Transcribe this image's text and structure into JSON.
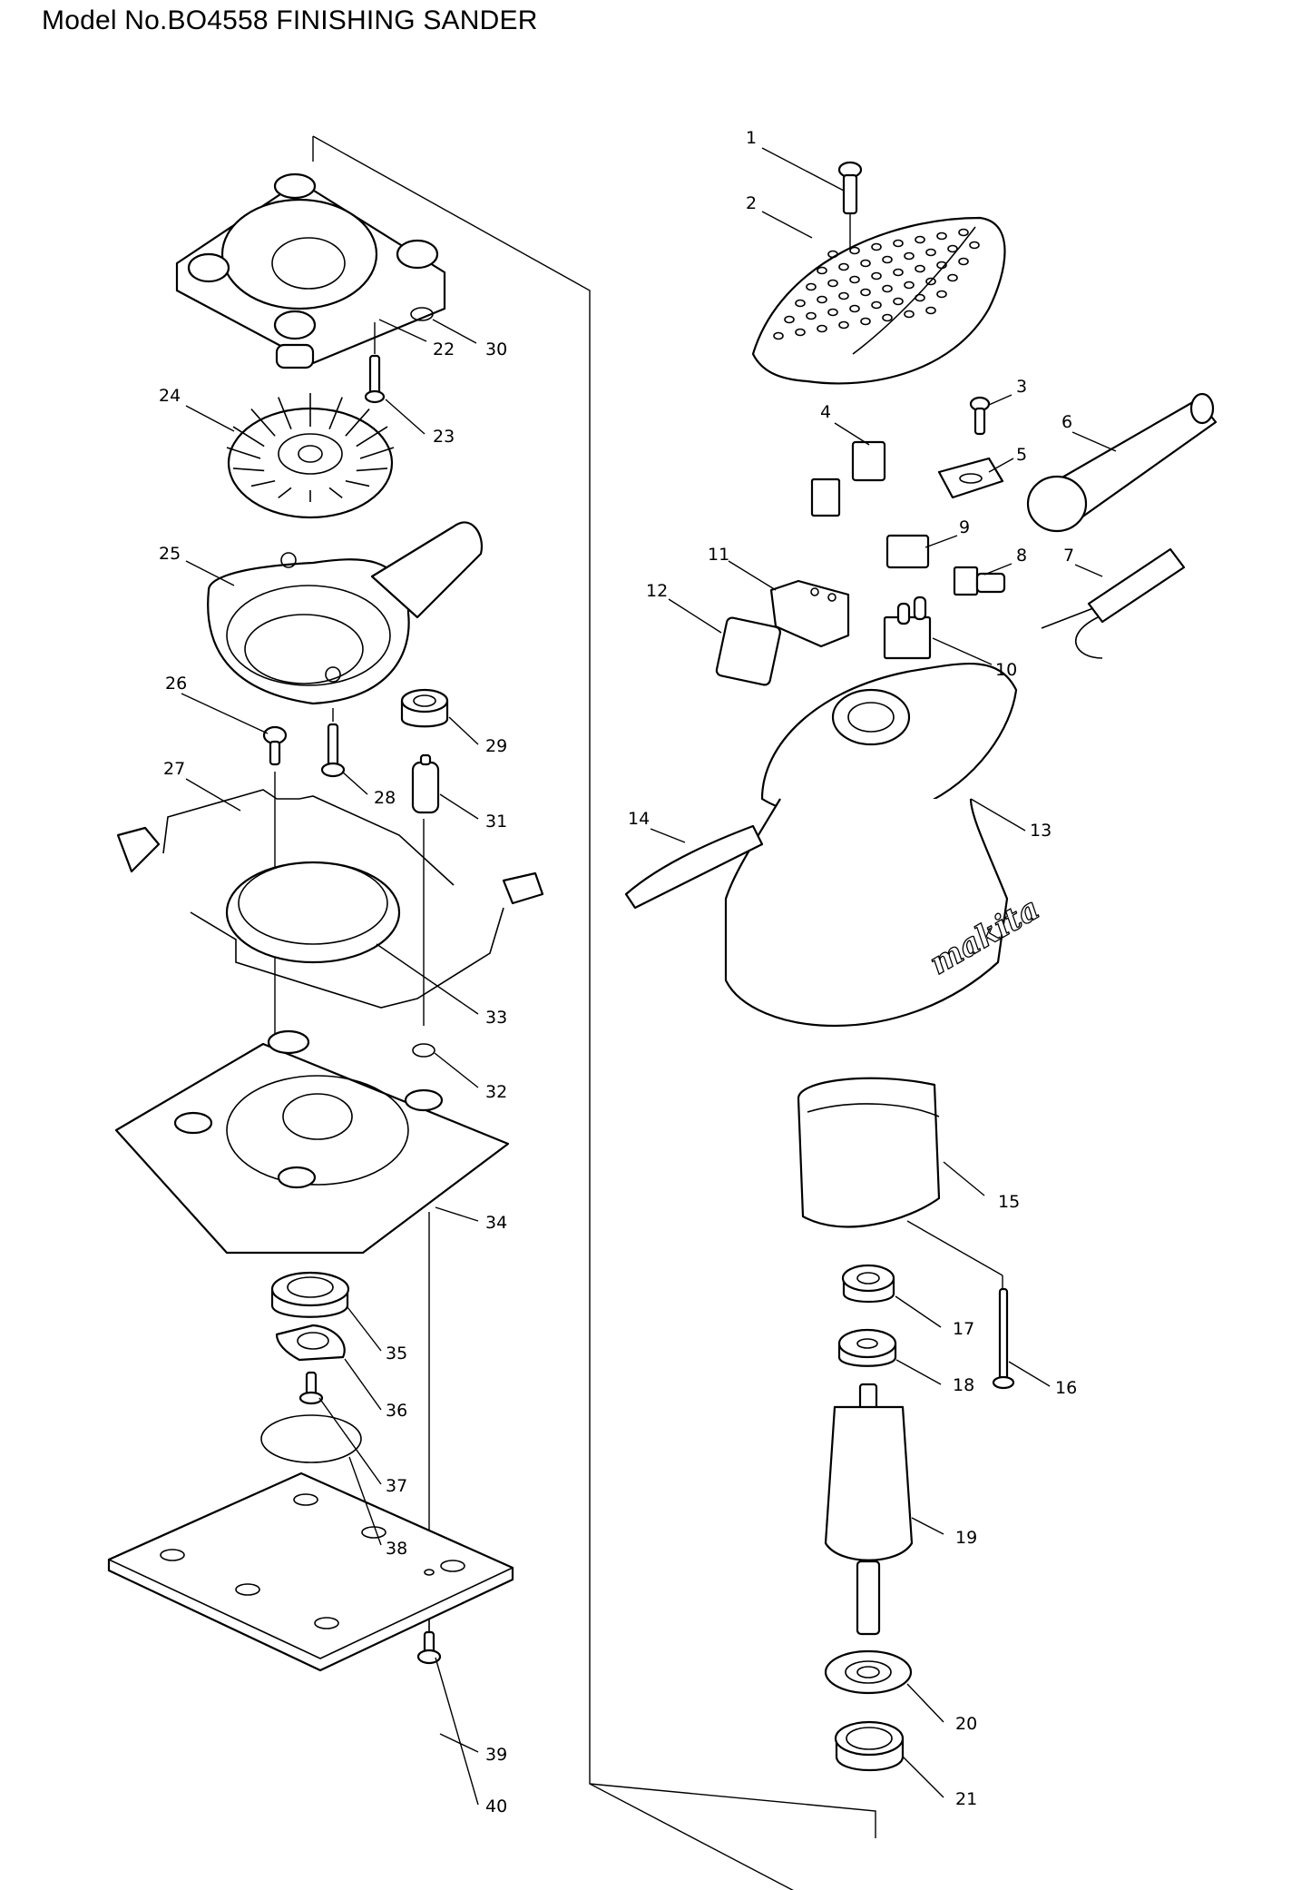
{
  "title": "Model No.BO4558 FINISHING SANDER",
  "brand_mark": "makita",
  "parts": [
    {
      "no": "1"
    },
    {
      "no": "2"
    },
    {
      "no": "3"
    },
    {
      "no": "4"
    },
    {
      "no": "5"
    },
    {
      "no": "6"
    },
    {
      "no": "7"
    },
    {
      "no": "8"
    },
    {
      "no": "9"
    },
    {
      "no": "10"
    },
    {
      "no": "11"
    },
    {
      "no": "12"
    },
    {
      "no": "13"
    },
    {
      "no": "14"
    },
    {
      "no": "15"
    },
    {
      "no": "16"
    },
    {
      "no": "17"
    },
    {
      "no": "18"
    },
    {
      "no": "19"
    },
    {
      "no": "20"
    },
    {
      "no": "21"
    },
    {
      "no": "22"
    },
    {
      "no": "23"
    },
    {
      "no": "24"
    },
    {
      "no": "25"
    },
    {
      "no": "26"
    },
    {
      "no": "27"
    },
    {
      "no": "28"
    },
    {
      "no": "29"
    },
    {
      "no": "30"
    },
    {
      "no": "31"
    },
    {
      "no": "32"
    },
    {
      "no": "33"
    },
    {
      "no": "34"
    },
    {
      "no": "35"
    },
    {
      "no": "36"
    },
    {
      "no": "37"
    },
    {
      "no": "38"
    },
    {
      "no": "39"
    },
    {
      "no": "40"
    }
  ]
}
